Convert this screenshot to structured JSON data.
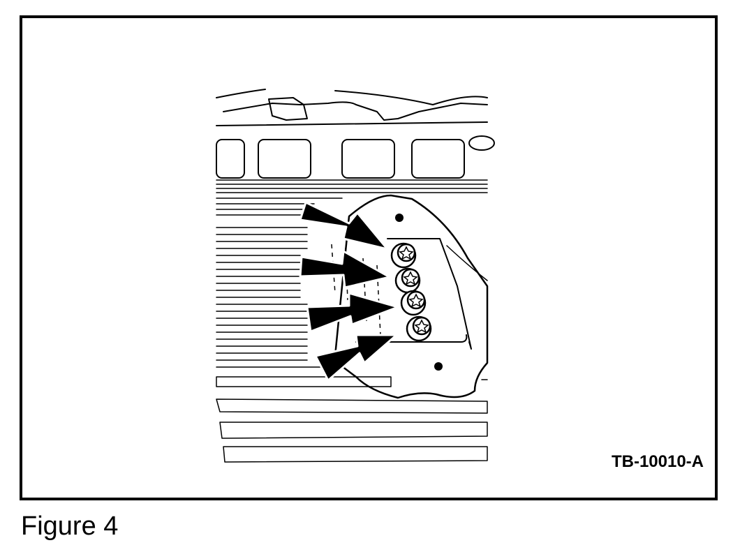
{
  "figure": {
    "reference_code": "TB-10010-A",
    "caption": "Figure 4",
    "icons": [
      "engine-block",
      "cover-plate",
      "torx-bolt",
      "pointer-arrow"
    ],
    "bolt_count": 4,
    "arrow_count": 4,
    "colors": {
      "ink": "#000000",
      "paper": "#ffffff"
    }
  }
}
